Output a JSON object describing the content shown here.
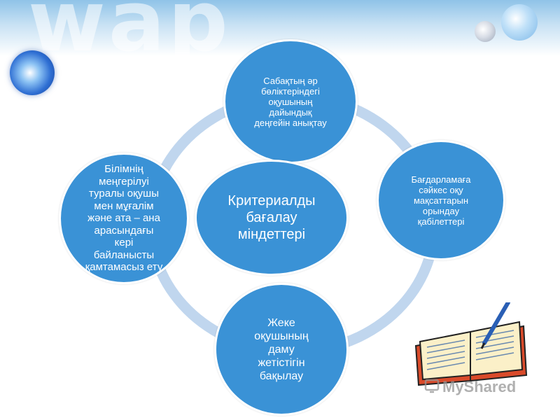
{
  "diagram": {
    "center": {
      "label": "Критериалды\nбағалау\nміндеттері"
    },
    "top": {
      "label": "Сабақтың әр\nбөліктеріндегі\nоқушының\nдайындық\nдеңгейін анықтау"
    },
    "right": {
      "label": "Бағдарламаға\nсәйкес оқу\nмақсаттарын\nорындау\nқабілеттері"
    },
    "bottom": {
      "label": "Жеке\nоқушының\nдаму\nжетістігін\nбақылау"
    },
    "left": {
      "label": "Білімнің\nмеңгерілуі\nтуралы оқушы\nмен мұғалім\nжәне ата – ана\nарасындағы\nкері\nбайланысты\nқамтамасыз ету"
    }
  },
  "decor": {
    "background_word": "wap",
    "watermark": "MyShared",
    "book_icon": "open-book-with-pen-icon",
    "colors": {
      "node": "#3a92d6",
      "ring": "#c0d6ee"
    }
  }
}
